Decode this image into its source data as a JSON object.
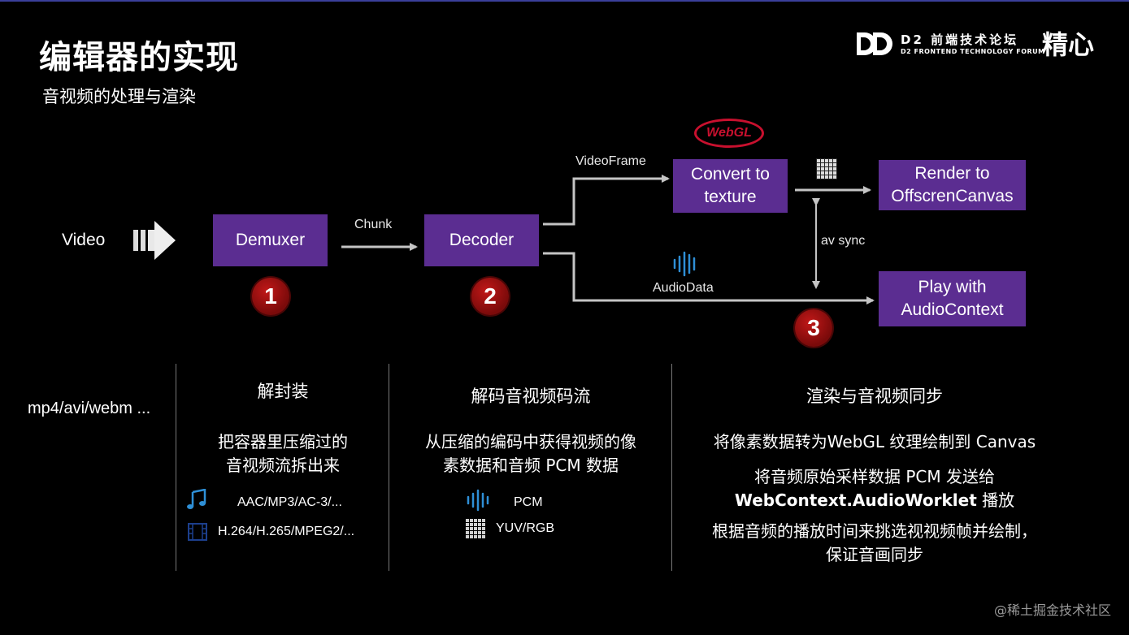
{
  "header": {
    "title": "编辑器的实现",
    "subtitle": "音视频的处理与渲染"
  },
  "logo": {
    "cn": "D2 前端技术论坛",
    "en": "D2 FRONTEND TECHNOLOGY FORUM",
    "jingxin": "精心"
  },
  "diagram": {
    "input_label": "Video",
    "demuxer": "Demuxer",
    "decoder": "Decoder",
    "convert": "Convert to\ntexture",
    "render": "Render to\nOffscrenCanvas",
    "play": "Play with\nAudioContext",
    "chunk": "Chunk",
    "videoframe": "VideoFrame",
    "audiodata": "AudioData",
    "avsync": "av sync",
    "webgl_logo": "WebGL",
    "badges": [
      "1",
      "2",
      "3"
    ],
    "colors": {
      "box": "#5b2d91",
      "badge": "#a31414",
      "arrow": "#bfbfbf"
    }
  },
  "bottom": {
    "formats": "mp4/avi/webm ...",
    "col1": {
      "heading": "解封装",
      "text": "把容器里压缩过的\n音视频流拆出来",
      "audio_codecs": "AAC/MP3/AC-3/...",
      "video_codecs": "H.264/H.265/MPEG2/..."
    },
    "col2": {
      "heading": "解码音视频码流",
      "text": "从压缩的编码中获得视频的像\n素数据和音频 PCM 数据",
      "pcm": "PCM",
      "yuv": "YUV/RGB"
    },
    "col3": {
      "heading": "渲染与音视频同步",
      "line1": "将像素数据转为WebGL 纹理绘制到 Canvas",
      "line2a": "将音频原始采样数据 PCM 发送给",
      "line2b": "WebContext.AudioWorklet",
      "line2c": " 播放",
      "line3": "根据音频的播放时间来挑选视视频帧并绘制，\n保证音画同步"
    }
  },
  "footer": "@稀土掘金技术社区"
}
